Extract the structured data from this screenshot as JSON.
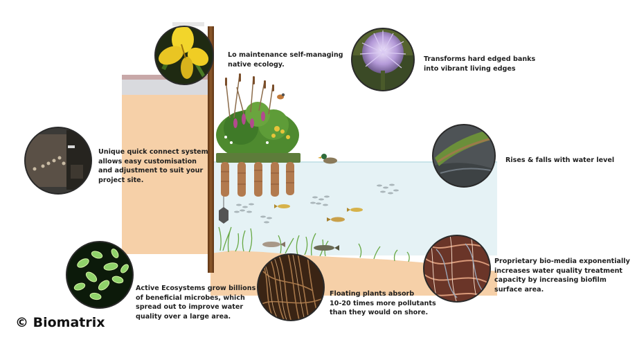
{
  "captions": {
    "top_center": "Lo maintenance self-managing\nnative ecology.",
    "top_right": "Transforms hard edged banks\ninto vibrant living edges",
    "left": "Unique quick connect system\nallows easy customisation\nand adjustment to suit your\nproject site.",
    "right": "Rises & falls with water level",
    "bottom_left": "Active Ecosystems grow billions\nof beneficial microbes, which\nspread out to improve water\nquality over a large area.",
    "bottom_center": "Floating plants absorb\n10-20 times more pollutants\nthan they would on shore.",
    "bottom_right": "Proprietary bio-media exponentially\nincreases water quality treatment\ncapacity by increasing biofilm\nsurface area."
  },
  "copyright": "© Biomatrix",
  "photos": [
    {
      "id": "yellow-iris-photo",
      "subject": "yellow iris flower"
    },
    {
      "id": "purple-thistle-photo",
      "subject": "purple thistle flower head"
    },
    {
      "id": "connector-photo",
      "subject": "dark quick connect modules"
    },
    {
      "id": "floating-edge-photo",
      "subject": "vegetated floating edge on water"
    },
    {
      "id": "microbes-photo",
      "subject": "green microbes under microscope"
    },
    {
      "id": "roots-photo",
      "subject": "tangled plant roots"
    },
    {
      "id": "biomedia-photo",
      "subject": "bio-media fibres with biofilm"
    }
  ],
  "colors": {
    "bank": "#f6d0a8",
    "bank_edge": "#b8956a",
    "water": "#e5f2f5",
    "water_line": "#bcdde3",
    "post": "#7a4822",
    "vegetation": "#4e8a2f",
    "text": "#1e1e1e"
  }
}
